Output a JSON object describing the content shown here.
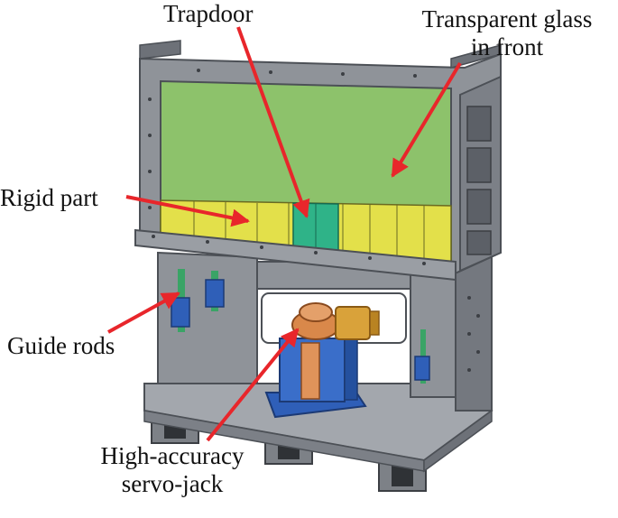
{
  "figure": {
    "labels": {
      "trapdoor": "Trapdoor",
      "glass_line1": "Transparent glass",
      "glass_line2": "in front",
      "rigid_part": "Rigid part",
      "guide_rods": "Guide rods",
      "jack_line1": "High-accuracy",
      "jack_line2": "servo-jack"
    },
    "colors": {
      "frame": "#8f9399",
      "frame_dark": "#5e6269",
      "glass": "#8dc26b",
      "floor": "#e3e04a",
      "trapdoor": "#2fb388",
      "arrow": "#e8262b",
      "jack_base": "#2f5fb8",
      "jack_body": "#d9884a",
      "motor": "#d9a23a"
    }
  }
}
